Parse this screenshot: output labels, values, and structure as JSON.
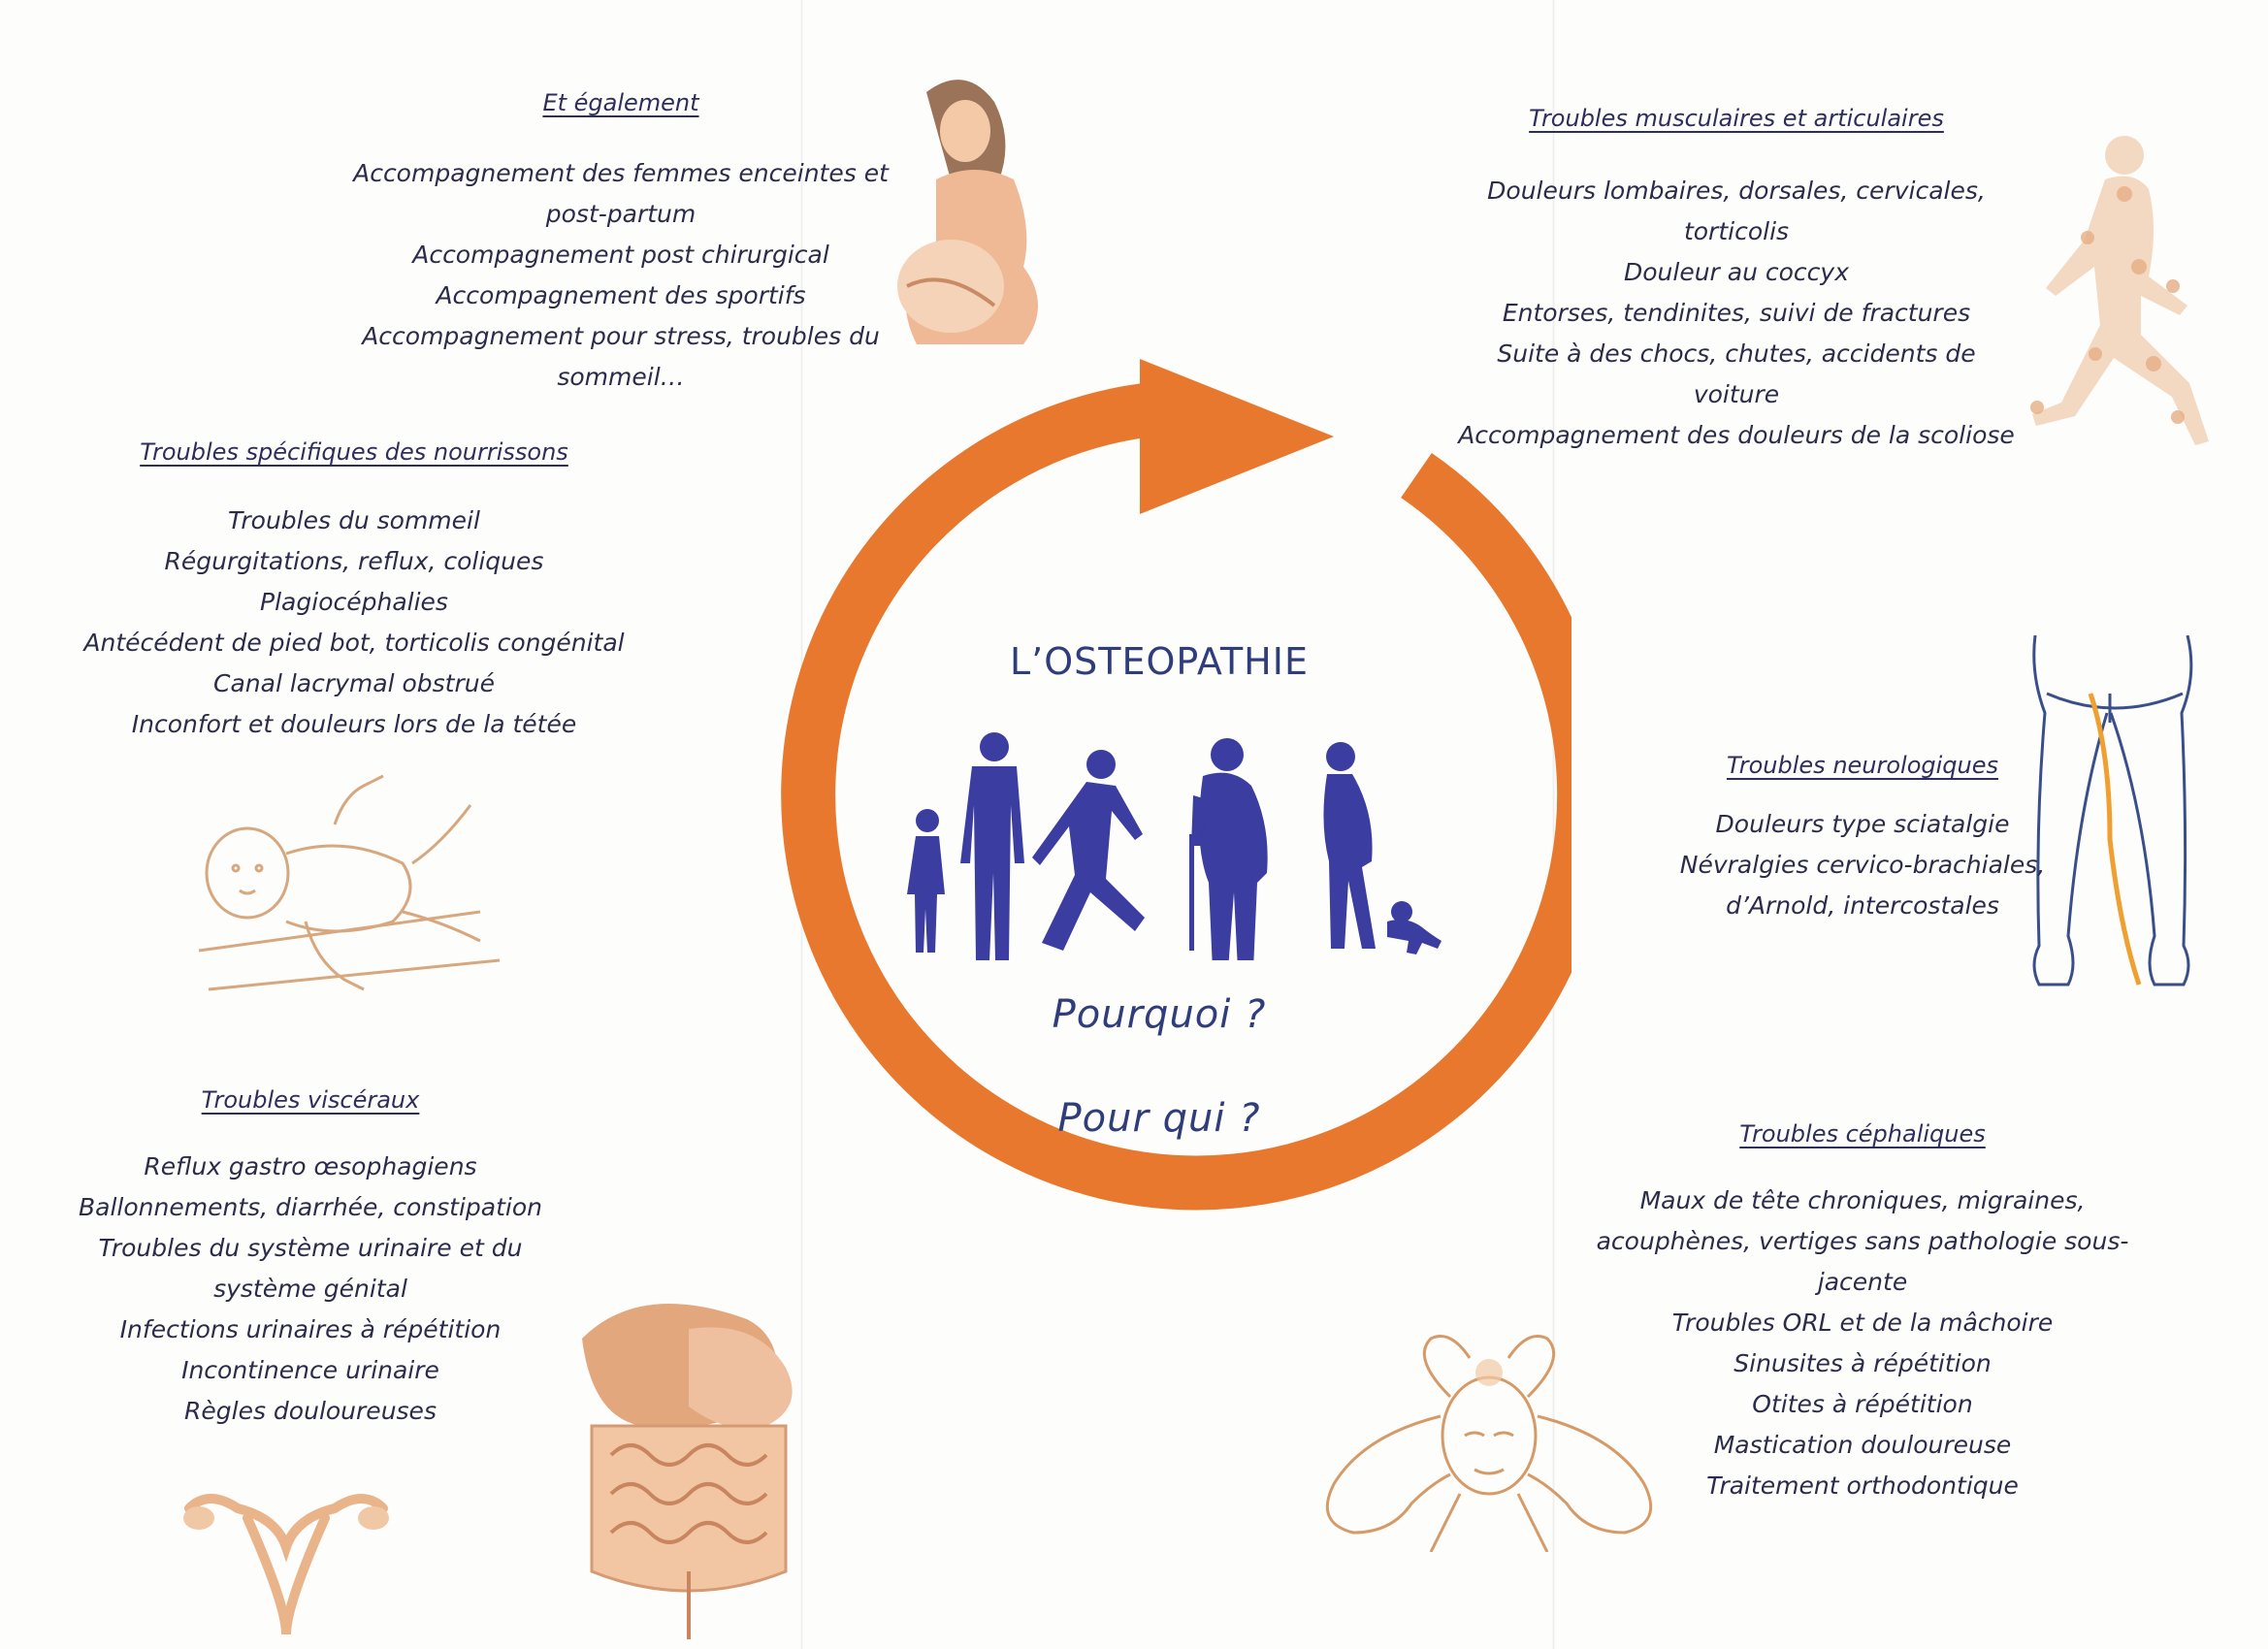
{
  "colors": {
    "accent_orange": "#e8782e",
    "people_blue": "#3b3da0",
    "illustration_peach": "#e9b48a",
    "text_navy": "#2b2b4a"
  },
  "center": {
    "title": "L’OSTEOPATHIE",
    "question_1": "Pourquoi ?",
    "question_2": "Pour qui ?"
  },
  "sections": {
    "egalement": {
      "title": "Et également",
      "items": [
        "Accompagnement des femmes enceintes et",
        "post-partum",
        "Accompagnement post chirurgical",
        "Accompagnement des sportifs",
        "Accompagnement pour stress, troubles du",
        "sommeil…"
      ]
    },
    "nourrissons": {
      "title": "Troubles spécifiques des nourrissons",
      "items": [
        "Troubles du sommeil",
        "Régurgitations, reflux, coliques",
        "Plagiocéphalies",
        "Antécédent de pied bot, torticolis congénital",
        "Canal lacrymal obstrué",
        "Inconfort et douleurs lors de la tétée"
      ]
    },
    "musculaires": {
      "title": "Troubles musculaires et articulaires",
      "items": [
        "Douleurs lombaires, dorsales, cervicales,",
        "torticolis",
        "Douleur au coccyx",
        "Entorses, tendinites, suivi de fractures",
        "Suite à des chocs, chutes, accidents de",
        "voiture",
        "Accompagnement des douleurs de la scoliose"
      ]
    },
    "neuro": {
      "title": "Troubles neurologiques",
      "items": [
        "Douleurs type sciatalgie",
        "Névralgies cervico-brachiales,",
        "d’Arnold, intercostales"
      ]
    },
    "visceraux": {
      "title": "Troubles viscéraux",
      "items": [
        "Reflux gastro œsophagiens",
        "Ballonnements, diarrhée, constipation",
        "Troubles du système urinaire et du",
        "système génital",
        "Infections urinaires à répétition",
        "Incontinence urinaire",
        "Règles douloureuses"
      ]
    },
    "cephaliques": {
      "title": "Troubles céphaliques",
      "items": [
        "Maux de tête chroniques, migraines,",
        "acouphènes, vertiges sans pathologie sous-",
        "jacente",
        "Troubles ORL et de la mâchoire",
        "Sinusites à répétition",
        "Otites à répétition",
        "Mastication douloureuse",
        "Traitement orthodontique"
      ]
    }
  },
  "icons": {
    "pregnant_woman": "pregnant-woman-illustration",
    "runner_body": "runner-joints-illustration",
    "baby": "infant-illustration",
    "sciatic_legs": "sciatic-nerve-illustration",
    "digestive": "digestive-organs-illustration",
    "uterus": "uterus-illustration",
    "headache": "headache-man-illustration",
    "people": "people-silhouettes-icon"
  }
}
